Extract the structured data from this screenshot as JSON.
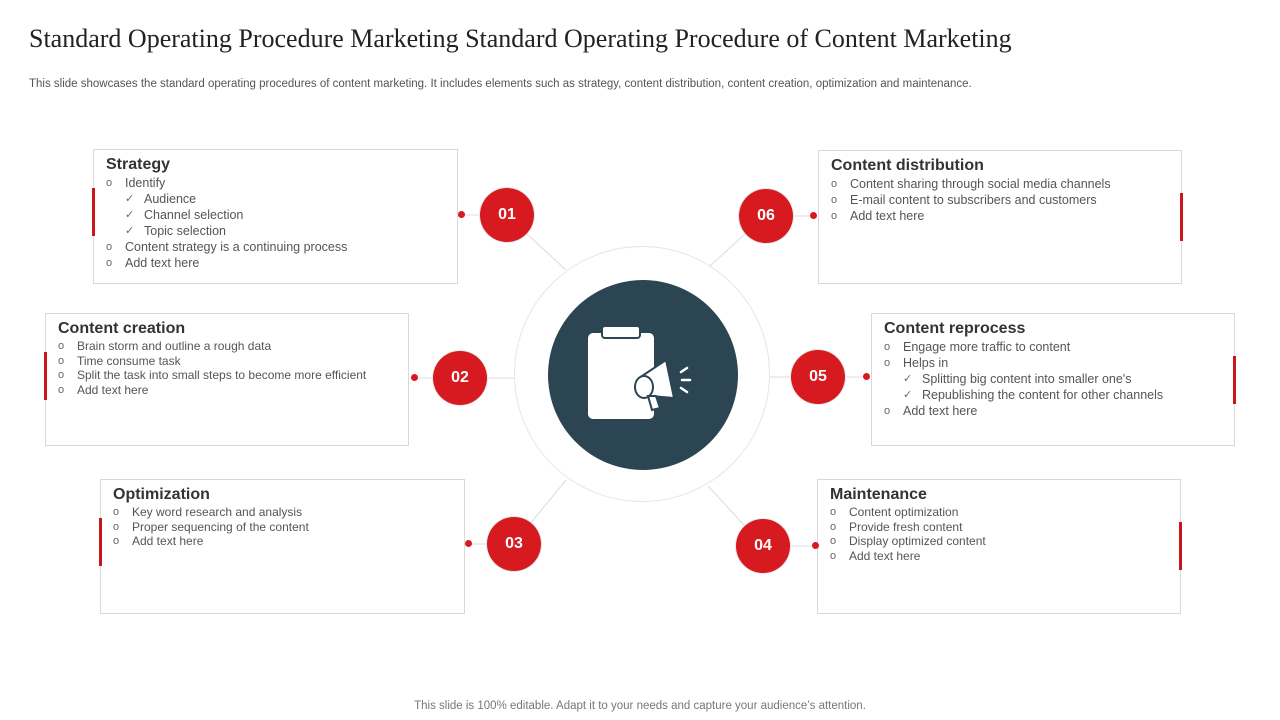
{
  "title": "Standard Operating Procedure Marketing Standard Operating Procedure of Content Marketing",
  "subtitle": "This slide showcases the standard operating procedures of content marketing. It includes elements such as strategy, content distribution, content creation, optimization and maintenance.",
  "footer": "This slide is 100% editable. Adapt it to your needs and capture your audience’s attention.",
  "colors": {
    "accent": "#d71920",
    "center": "#2b4553",
    "border": "#d9d9d9"
  },
  "center_icon": "clipboard-megaphone-icon",
  "bullet_marks": {
    "circle": "o",
    "check": "✓"
  },
  "steps": [
    {
      "number": "01",
      "title": "Strategy",
      "items": [
        {
          "text": "Identify",
          "level": 0
        },
        {
          "text": "Audience",
          "level": 1
        },
        {
          "text": "Channel selection",
          "level": 1
        },
        {
          "text": "Topic selection",
          "level": 1
        },
        {
          "text": "Content strategy is a continuing process",
          "level": 0
        },
        {
          "text": "Add text here",
          "level": 0
        }
      ]
    },
    {
      "number": "02",
      "title": "Content creation",
      "items": [
        {
          "text": "Brain storm and outline a rough data",
          "level": 0
        },
        {
          "text": "Time consume task",
          "level": 0
        },
        {
          "text": "Split the task into small steps to become more efficient",
          "level": 0
        },
        {
          "text": "Add text here",
          "level": 0
        }
      ]
    },
    {
      "number": "03",
      "title": "Optimization",
      "items": [
        {
          "text": "Key word research and analysis",
          "level": 0
        },
        {
          "text": "Proper sequencing of the content",
          "level": 0
        },
        {
          "text": "Add text here",
          "level": 0
        }
      ]
    },
    {
      "number": "04",
      "title": "Maintenance",
      "items": [
        {
          "text": "Content optimization",
          "level": 0
        },
        {
          "text": "Provide fresh content",
          "level": 0
        },
        {
          "text": "Display optimized content",
          "level": 0
        },
        {
          "text": "Add text here",
          "level": 0
        }
      ]
    },
    {
      "number": "05",
      "title": "Content reprocess",
      "items": [
        {
          "text": "Engage more traffic to content",
          "level": 0
        },
        {
          "text": "Helps in",
          "level": 0
        },
        {
          "text": "Splitting big content into smaller one's",
          "level": 1
        },
        {
          "text": "Republishing the content for other channels",
          "level": 1
        },
        {
          "text": "Add text here",
          "level": 0
        }
      ]
    },
    {
      "number": "06",
      "title": "Content distribution",
      "items": [
        {
          "text": "Content sharing through social media channels",
          "level": 0
        },
        {
          "text": "E-mail content to subscribers and customers",
          "level": 0
        },
        {
          "text": "Add text here",
          "level": 0
        }
      ]
    }
  ]
}
